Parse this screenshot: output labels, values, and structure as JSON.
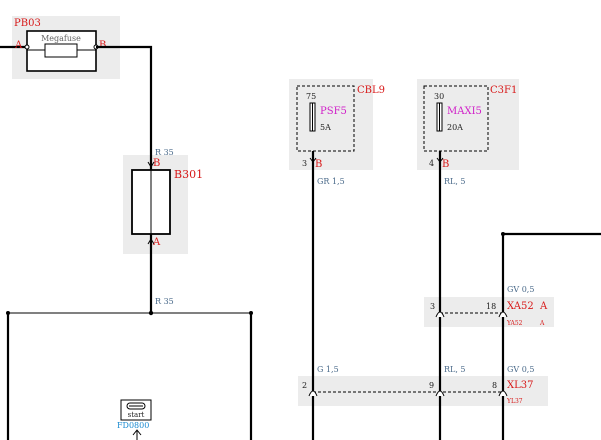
{
  "pb03": {
    "id": "PB03",
    "device": "Megafuse",
    "pin_a": "A",
    "pin_b": "B"
  },
  "b301": {
    "id": "B301",
    "pin_b": "B",
    "pin_a": "A",
    "wire_top": "R 35",
    "wire_bottom": "R 35"
  },
  "cbl9": {
    "id": "CBL9",
    "cavity": "75",
    "fuse": "PSF5",
    "rating": "5A",
    "pin_num": "3",
    "pin": "B",
    "wire": "GR 1,5"
  },
  "c3f1": {
    "id": "C3F1",
    "cavity": "30",
    "fuse": "MAXI5",
    "rating": "20A",
    "pin_num": "4",
    "pin": "B",
    "wire": "RL, 5"
  },
  "xa52": {
    "id": "XA52",
    "pin": "A",
    "sub_id": "YA52",
    "sub_pin": "A",
    "pin_left": "3",
    "pin_right": "18",
    "wire": "GV 0,5"
  },
  "xl37": {
    "id": "XL37",
    "sub_id": "YL37",
    "pin_left": "2",
    "pin_mid": "9",
    "pin_right": "8",
    "wire_left": "G 1,5",
    "wire_mid": "RL, 5",
    "wire_right": "GV 0,5"
  },
  "fd0800": {
    "id": "FD0800",
    "label": "start"
  },
  "colors": {
    "red": "#d81818",
    "blue": "#4a6a8a",
    "magenta": "#d020c8",
    "cyan": "#1a8ad0",
    "zone": "#ececec"
  }
}
